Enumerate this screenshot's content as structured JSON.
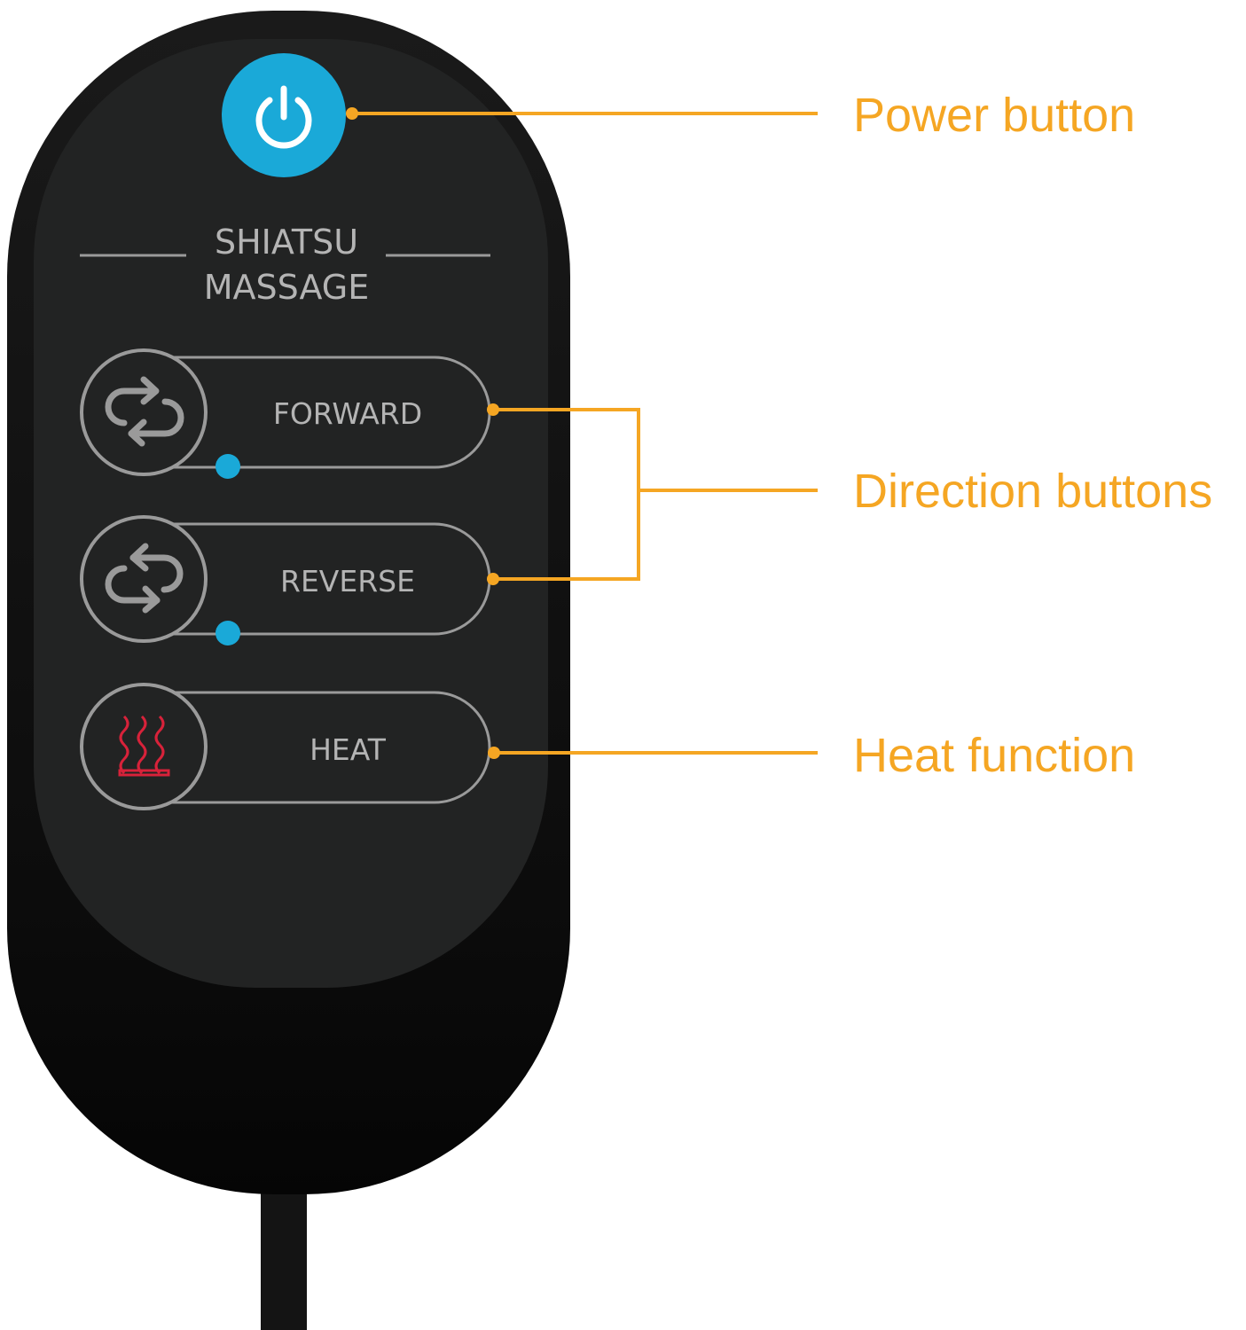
{
  "remote": {
    "heading_line1": "SHIATSU",
    "heading_line2": "MASSAGE",
    "buttons": [
      {
        "label": "FORWARD",
        "icon": "forward-cycle-icon",
        "indicator": true
      },
      {
        "label": "REVERSE",
        "icon": "reverse-cycle-icon",
        "indicator": true
      },
      {
        "label": "HEAT",
        "icon": "heat-icon",
        "indicator": false
      }
    ],
    "power_icon": "power-icon"
  },
  "callouts": {
    "power": "Power button",
    "direction": "Direction buttons",
    "heat": "Heat function"
  },
  "colors": {
    "accent": "#f5a623",
    "power": "#1aa9d8",
    "indicator": "#1aa9d8",
    "heat_icon": "#d8223a"
  }
}
